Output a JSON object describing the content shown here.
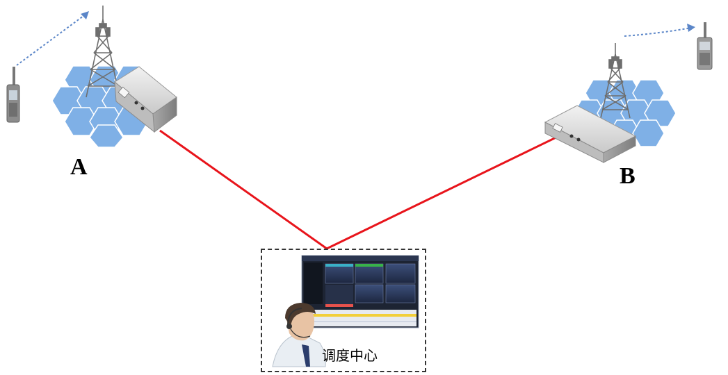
{
  "diagram": {
    "site_a": {
      "label": "A"
    },
    "site_b": {
      "label": "B"
    },
    "dispatch_center": {
      "label": "调度中心"
    }
  },
  "colors": {
    "link": "#e8141b",
    "cell": "#7fb0e6",
    "cell_border": "#ffffff",
    "signal": "#5b86c8",
    "tower": "#6e6e6e",
    "device": "#d6d6d6"
  },
  "icons": [
    "radio-handset-icon",
    "radio-tower-icon",
    "base-station-icon",
    "hex-cell-icon",
    "dispatcher-operator-icon",
    "dispatch-console-screen-icon"
  ]
}
